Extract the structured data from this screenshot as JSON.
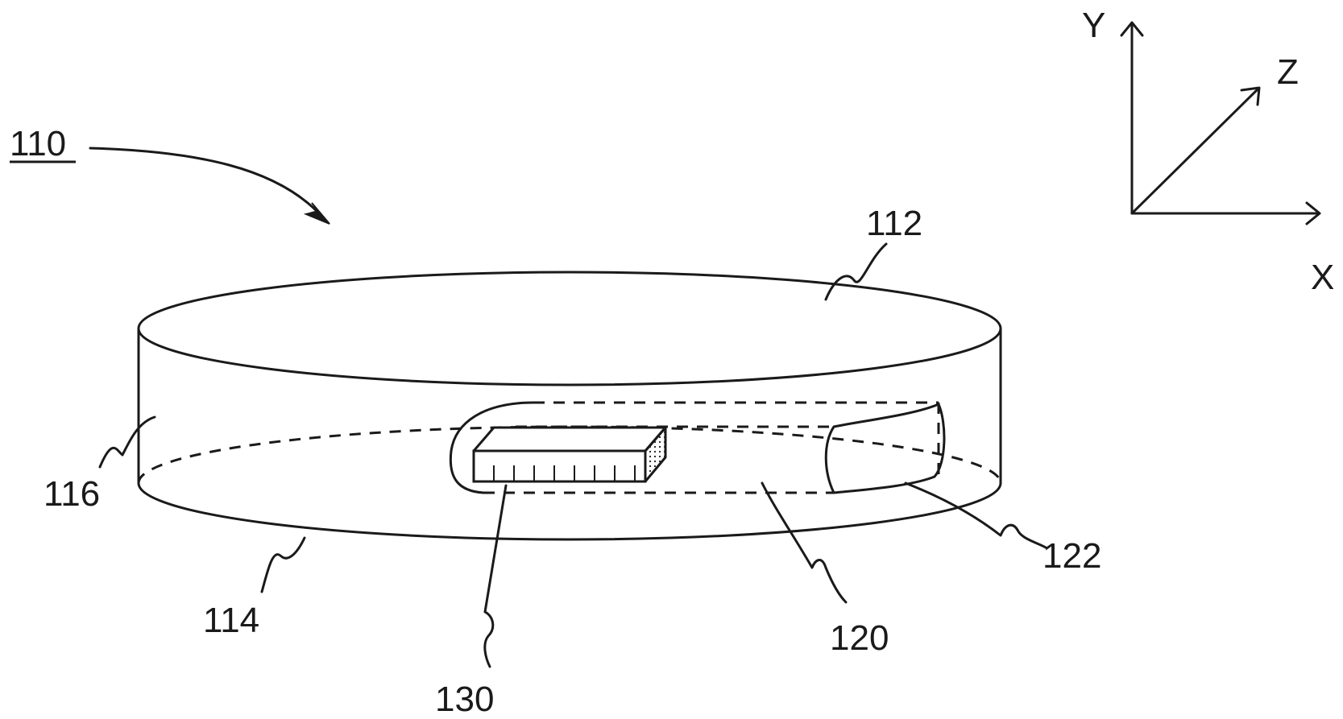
{
  "labels": {
    "device": "110",
    "top_surface": "112",
    "bottom_edge": "114",
    "side_wall": "116",
    "cavity": "120",
    "opening": "122",
    "chip": "130"
  },
  "axes": {
    "y": "Y",
    "z": "Z",
    "x": "X"
  },
  "colors": {
    "line": "#1a1a1a",
    "background": "#ffffff"
  }
}
